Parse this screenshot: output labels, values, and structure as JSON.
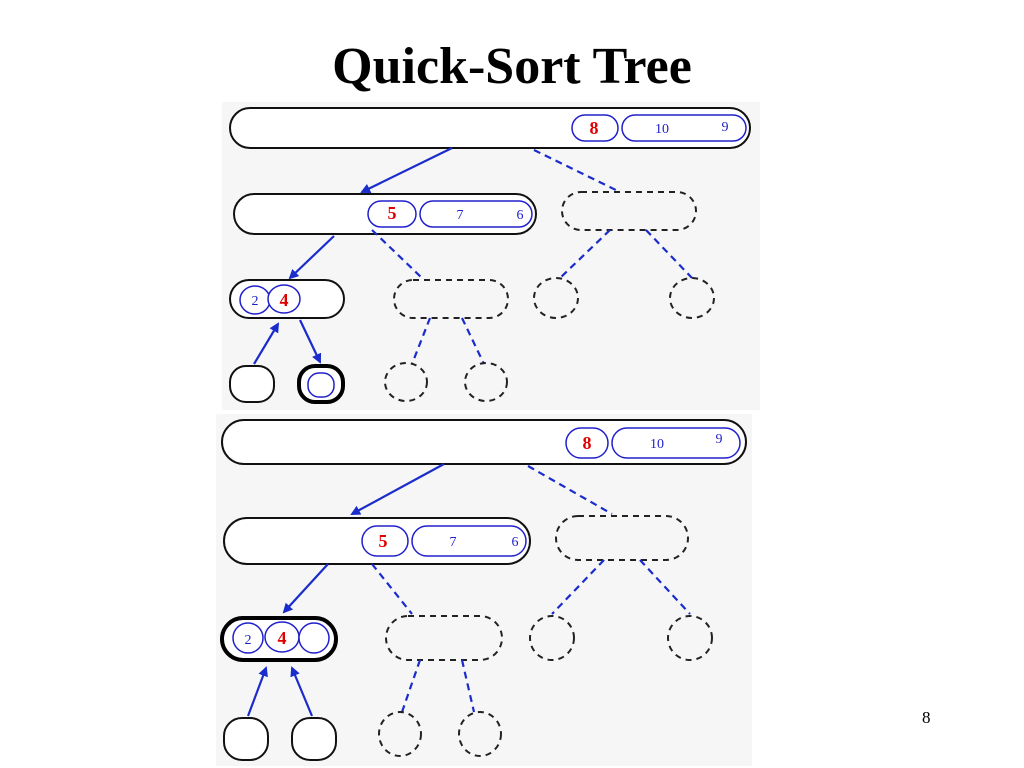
{
  "slide": {
    "title": "Quick-Sort Tree",
    "page_number": "8"
  },
  "tree_top": {
    "root": {
      "pivot": "8",
      "seq": [
        "10",
        "9"
      ]
    },
    "level1_left": {
      "pivot": "5",
      "seq": [
        "7",
        "6"
      ]
    },
    "level2_left": {
      "values": [
        "2",
        "4"
      ]
    }
  },
  "tree_bottom": {
    "root": {
      "pivot": "8",
      "seq": [
        "10",
        "9"
      ]
    },
    "level1_left": {
      "pivot": "5",
      "seq": [
        "7",
        "6"
      ]
    },
    "level2_left": {
      "values": [
        "2",
        "4"
      ]
    }
  },
  "colors": {
    "pivot": "#e00000",
    "sequence": "#2020cc",
    "arrow": "#1a2ccc"
  }
}
